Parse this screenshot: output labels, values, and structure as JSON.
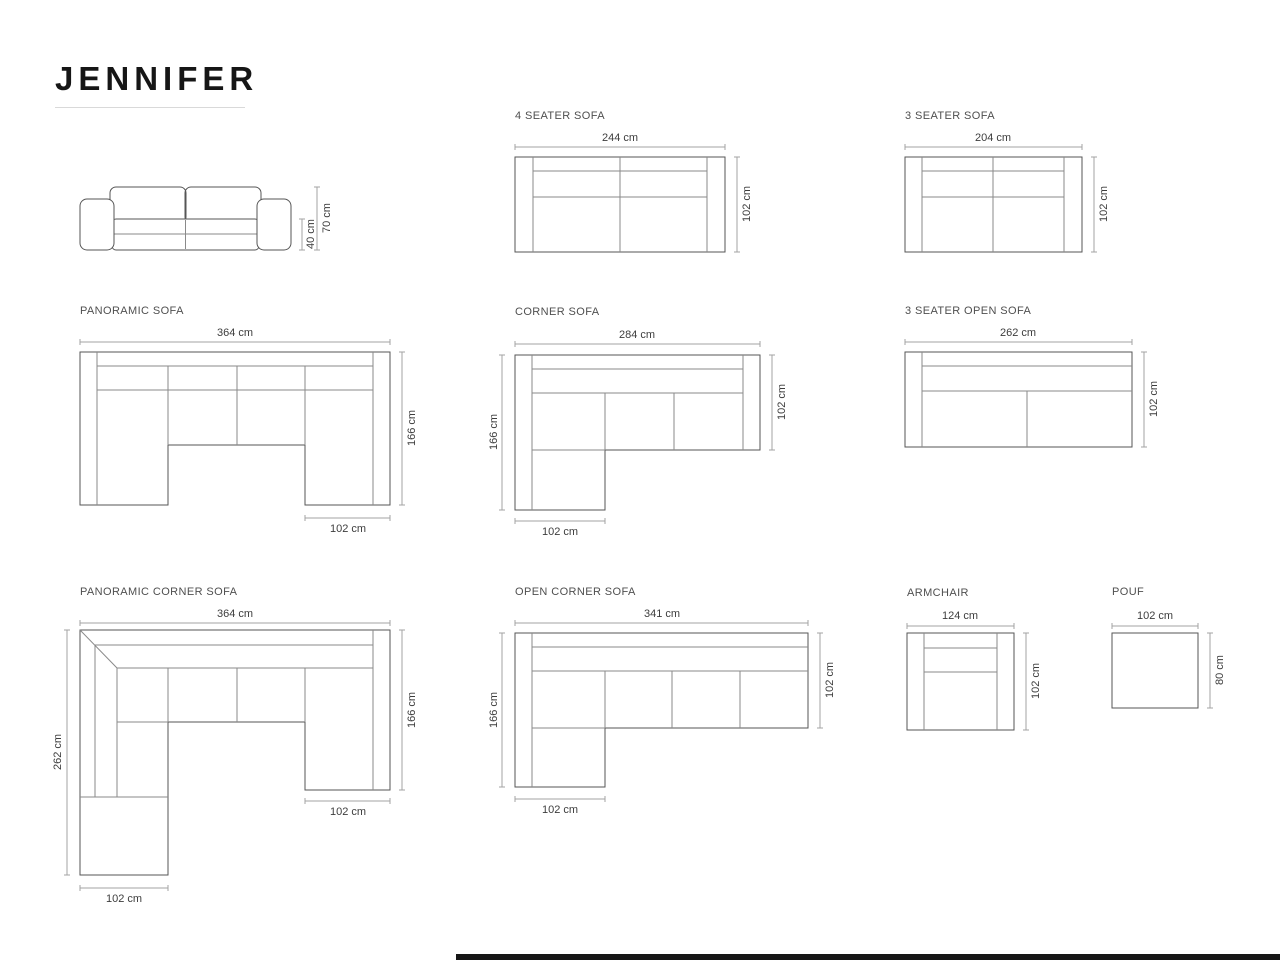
{
  "page": {
    "title": "JENNIFER"
  },
  "products": {
    "front_view": {
      "height_total": "70 cm",
      "seat_height": "40 cm"
    },
    "four_seater": {
      "label": "4 SEATER SOFA",
      "width": "244 cm",
      "depth": "102 cm"
    },
    "three_seater": {
      "label": "3 SEATER SOFA",
      "width": "204 cm",
      "depth": "102 cm"
    },
    "panoramic": {
      "label": "PANORAMIC SOFA",
      "width": "364 cm",
      "depth": "166 cm",
      "chaise_width": "102 cm"
    },
    "corner": {
      "label": "CORNER SOFA",
      "width": "284 cm",
      "left_depth": "166 cm",
      "right_depth": "102 cm",
      "chaise_width": "102 cm"
    },
    "three_seater_open": {
      "label": "3 SEATER OPEN SOFA",
      "width": "262 cm",
      "depth": "102 cm"
    },
    "panoramic_corner": {
      "label": "PANORAMIC CORNER SOFA",
      "width": "364 cm",
      "left_depth": "262 cm",
      "right_depth": "166 cm",
      "chaise_width_right": "102 cm",
      "chaise_width_left": "102 cm"
    },
    "open_corner": {
      "label": "OPEN CORNER SOFA",
      "width": "341 cm",
      "left_depth": "166 cm",
      "right_depth": "102 cm",
      "chaise_width": "102 cm"
    },
    "armchair": {
      "label": "ARMCHAIR",
      "width": "124 cm",
      "depth": "102 cm"
    },
    "pouf": {
      "label": "POUF",
      "width": "102 cm",
      "depth": "80 cm"
    }
  }
}
